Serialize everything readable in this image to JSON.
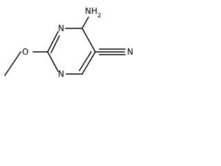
{
  "molecule": {
    "atoms": {
      "amino": "NH",
      "amino_subscript": "2",
      "ring_n_upper": "N",
      "ring_n_lower": "N",
      "methoxy_o": "O",
      "nitrile_n": "N"
    },
    "colors": {
      "ink": "#000000",
      "background": "#ffffff"
    }
  }
}
